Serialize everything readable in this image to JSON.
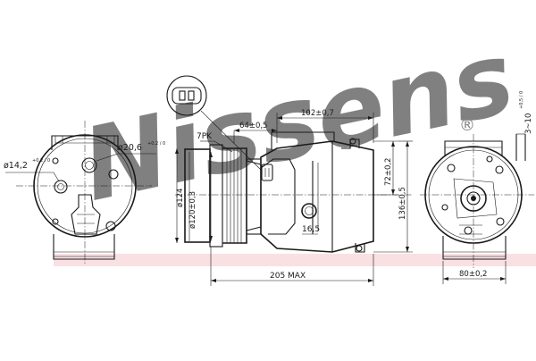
{
  "watermark": {
    "text": "Nissens",
    "registered": "®",
    "color": "#8fb3d4",
    "band_color": "#f4c6cc"
  },
  "dimensions": {
    "left_fitting": "ø14,2",
    "left_fitting_tol": "+0,2 / 0",
    "right_fitting": "ø20,6",
    "right_fitting_tol": "+0,2 / 0",
    "belt": "7PK",
    "pulley_offset": "64±0,5",
    "body_depth": "102±0,7",
    "pulley_outer": "ø124",
    "pulley_inner": "ø120±0,3",
    "port_offset": "72±0,2",
    "total_height": "136±0,5",
    "port_dia": "16,5",
    "overall_length": "205 MAX",
    "thread": "3~10",
    "thread_tol": "+0,5 / 0",
    "mount_width": "80±0,2"
  },
  "colors": {
    "line": "#1a1a1a"
  }
}
